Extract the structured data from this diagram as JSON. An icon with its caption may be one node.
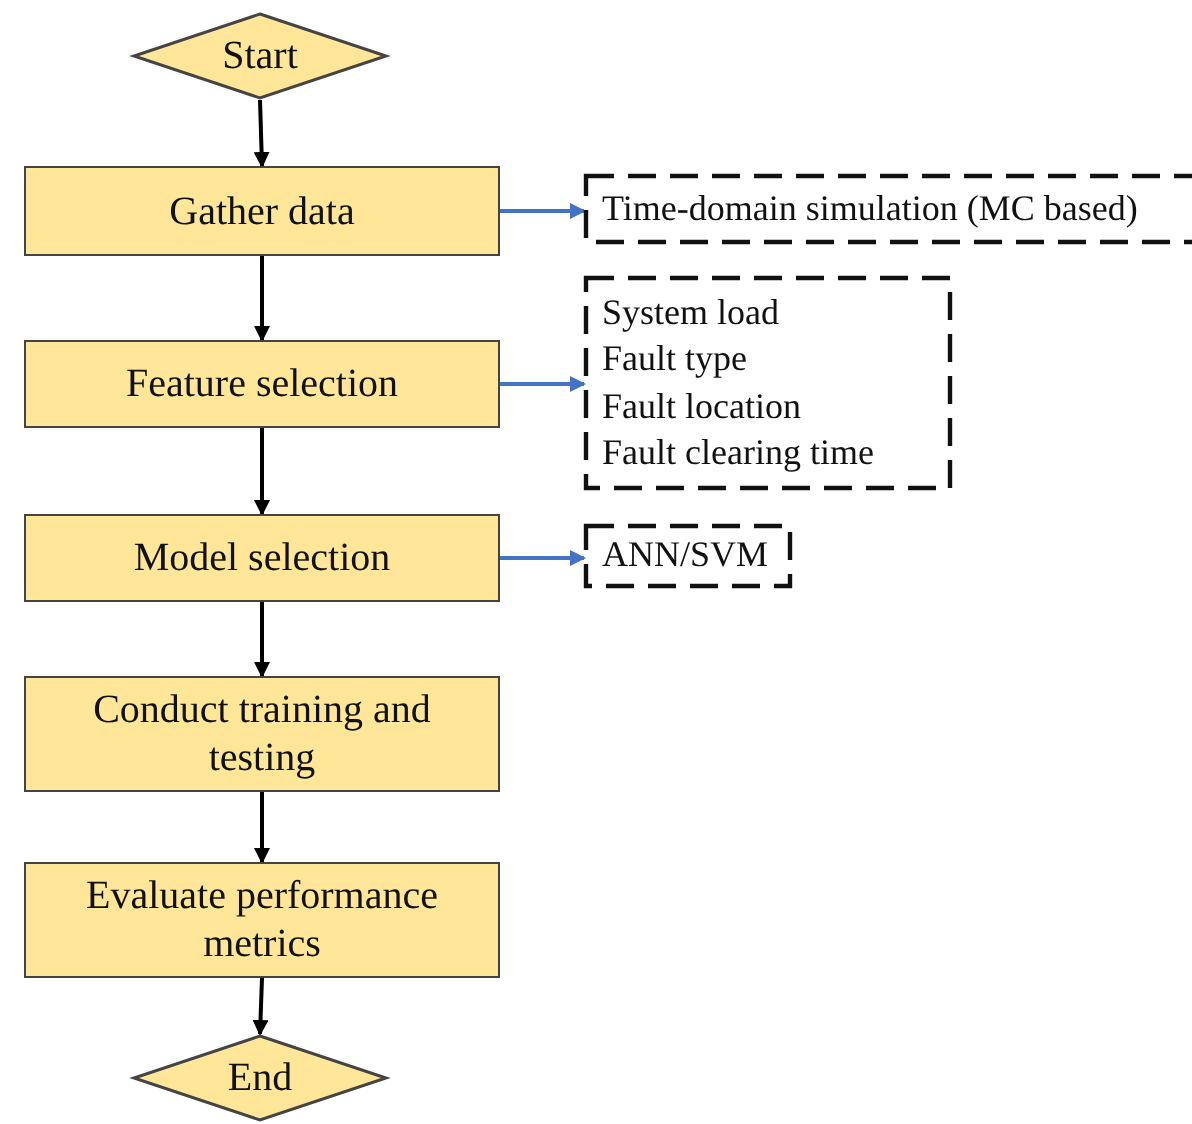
{
  "diagram": {
    "nodes": [
      {
        "text": [
          "Start"
        ]
      },
      {
        "text": [
          "Gather data"
        ]
      },
      {
        "text": [
          "Feature selection"
        ]
      },
      {
        "text": [
          "Model selection"
        ]
      },
      {
        "text": [
          "Conduct training and testing"
        ]
      },
      {
        "text": [
          "Evaluate performance metrics"
        ]
      },
      {
        "text": [
          "End"
        ]
      },
      {
        "text": [
          "Time-domain simulation (MC based)"
        ]
      },
      {
        "text": [
          "System load",
          "Fault type",
          "Fault location",
          "Fault clearing time"
        ]
      },
      {
        "text": [
          "ANN/SVM"
        ]
      }
    ],
    "edges": [
      {
        "from": 0,
        "to": 1,
        "arrow": "to"
      },
      {
        "from": 1,
        "to": 2,
        "arrow": "to"
      },
      {
        "from": 2,
        "to": 3,
        "arrow": "to"
      },
      {
        "from": 3,
        "to": 4,
        "arrow": "to"
      },
      {
        "from": 4,
        "to": 5,
        "arrow": "to"
      },
      {
        "from": 5,
        "to": 6,
        "arrow": "to"
      },
      {
        "from": 1,
        "to": 7,
        "arrow": "to",
        "color": "#4472c4"
      },
      {
        "from": 2,
        "to": 8,
        "arrow": "to",
        "color": "#4472c4"
      },
      {
        "from": 3,
        "to": 9,
        "arrow": "to",
        "color": "#4472c4"
      }
    ]
  }
}
